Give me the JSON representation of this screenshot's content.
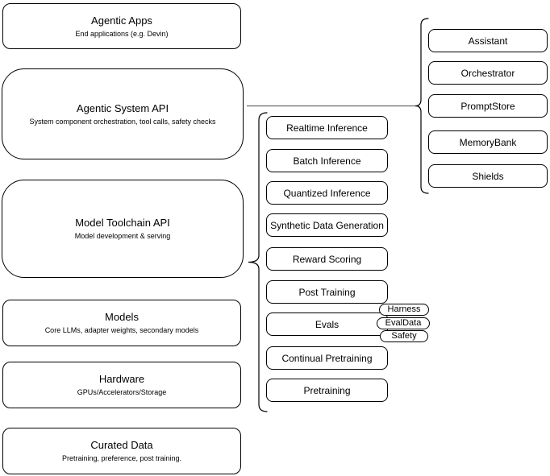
{
  "left_column": [
    {
      "title": "Agentic Apps",
      "subtitle": "End applications (e.g. Devin)"
    },
    {
      "title": "Agentic System API",
      "subtitle": "System component orchestration, tool calls, safety checks"
    },
    {
      "title": "Model Toolchain API",
      "subtitle": "Model development & serving"
    },
    {
      "title": "Models",
      "subtitle": "Core LLMs, adapter weights, secondary models"
    },
    {
      "title": "Hardware",
      "subtitle": "GPUs/Accelerators/Storage"
    },
    {
      "title": "Curated Data",
      "subtitle": "Pretraining, preference, post training."
    }
  ],
  "toolchain_components": [
    "Realtime Inference",
    "Batch Inference",
    "Quantized Inference",
    "Synthetic Data Generation",
    "Reward Scoring",
    "Post Training",
    "Evals",
    "Continual Pretraining",
    "Pretraining"
  ],
  "system_components": [
    "Assistant",
    "Orchestrator",
    "PromptStore",
    "MemoryBank",
    "Shields"
  ],
  "evals_tags": [
    "Harness",
    "EvalData",
    "Safety"
  ],
  "colors": {
    "stroke": "#000000",
    "background": "#ffffff",
    "connector": "#666666"
  }
}
